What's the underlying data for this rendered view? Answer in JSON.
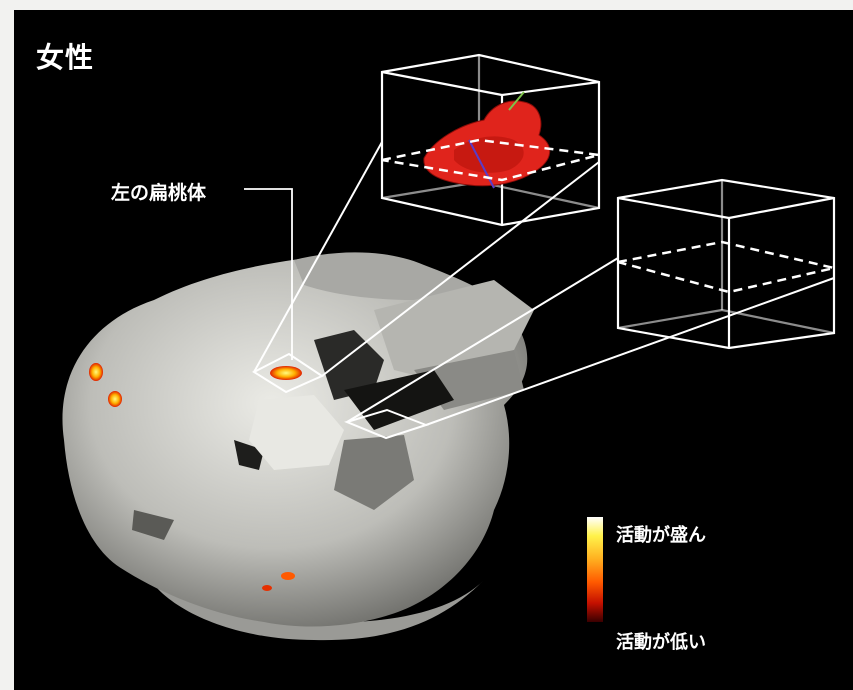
{
  "figure": {
    "title": "女性",
    "region_label": "左の扁桃体",
    "colorbar": {
      "high_label": "活動が盛ん",
      "low_label": "活動が低い",
      "gradient_colors": [
        "#ffffff",
        "#fff24a",
        "#ffb020",
        "#ff5a00",
        "#c41000",
        "#3a0000"
      ]
    },
    "colors": {
      "background": "#000000",
      "brain": "#d9d9d4",
      "wireframe": "#ffffff",
      "activation_3d": "#e8221a"
    }
  }
}
